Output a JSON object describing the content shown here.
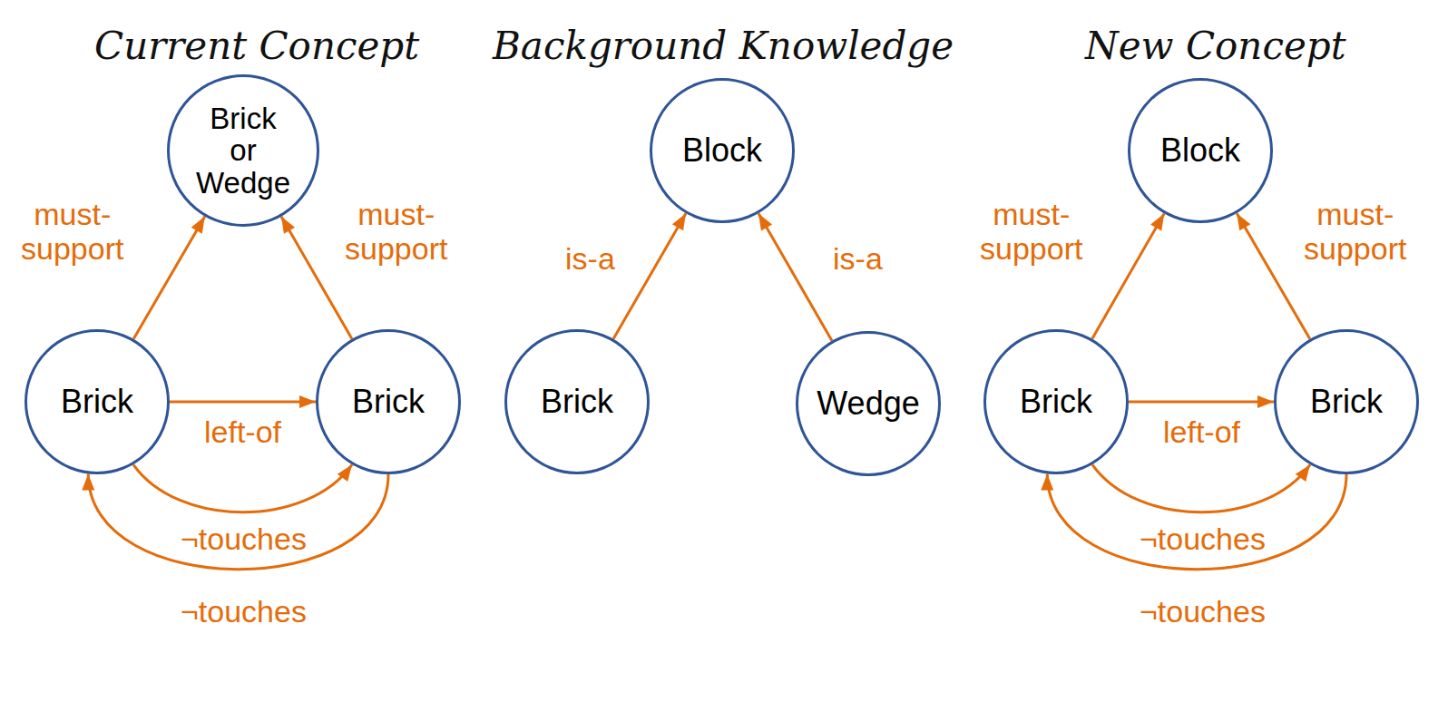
{
  "diagram": {
    "nodes": [
      {
        "text": [
          "Brick or Wedge"
        ]
      },
      {
        "text": [
          "Brick"
        ]
      },
      {
        "text": [
          "Brick"
        ]
      },
      {
        "text": [
          "Block"
        ]
      },
      {
        "text": [
          "Brick"
        ]
      },
      {
        "text": [
          "Wedge"
        ]
      },
      {
        "text": [
          "Block"
        ]
      },
      {
        "text": [
          "Brick"
        ]
      },
      {
        "text": [
          "Brick"
        ]
      }
    ],
    "edges": [
      {
        "from": 1,
        "to": 0,
        "arrow": "to",
        "label": "must- support"
      },
      {
        "from": 2,
        "to": 0,
        "arrow": "to",
        "label": "must- support"
      },
      {
        "from": 1,
        "to": 2,
        "arrow": "to",
        "label": "left-of"
      },
      {
        "from": 1,
        "to": 2,
        "arrow": "to",
        "label": "¬touches"
      },
      {
        "from": 2,
        "to": 1,
        "arrow": "to",
        "label": "¬touches"
      },
      {
        "from": 4,
        "to": 3,
        "arrow": "to",
        "label": "is-a"
      },
      {
        "from": 5,
        "to": 3,
        "arrow": "to",
        "label": "is-a"
      },
      {
        "from": 7,
        "to": 6,
        "arrow": "to",
        "label": "must- support"
      },
      {
        "from": 8,
        "to": 6,
        "arrow": "to",
        "label": "must- support"
      },
      {
        "from": 7,
        "to": 8,
        "arrow": "to",
        "label": "left-of"
      },
      {
        "from": 7,
        "to": 8,
        "arrow": "to",
        "label": "¬touches"
      },
      {
        "from": 8,
        "to": 7,
        "arrow": "to",
        "label": "¬touches"
      }
    ],
    "labels": [
      "Current Concept",
      "Background Knowledge",
      "New Concept"
    ]
  }
}
